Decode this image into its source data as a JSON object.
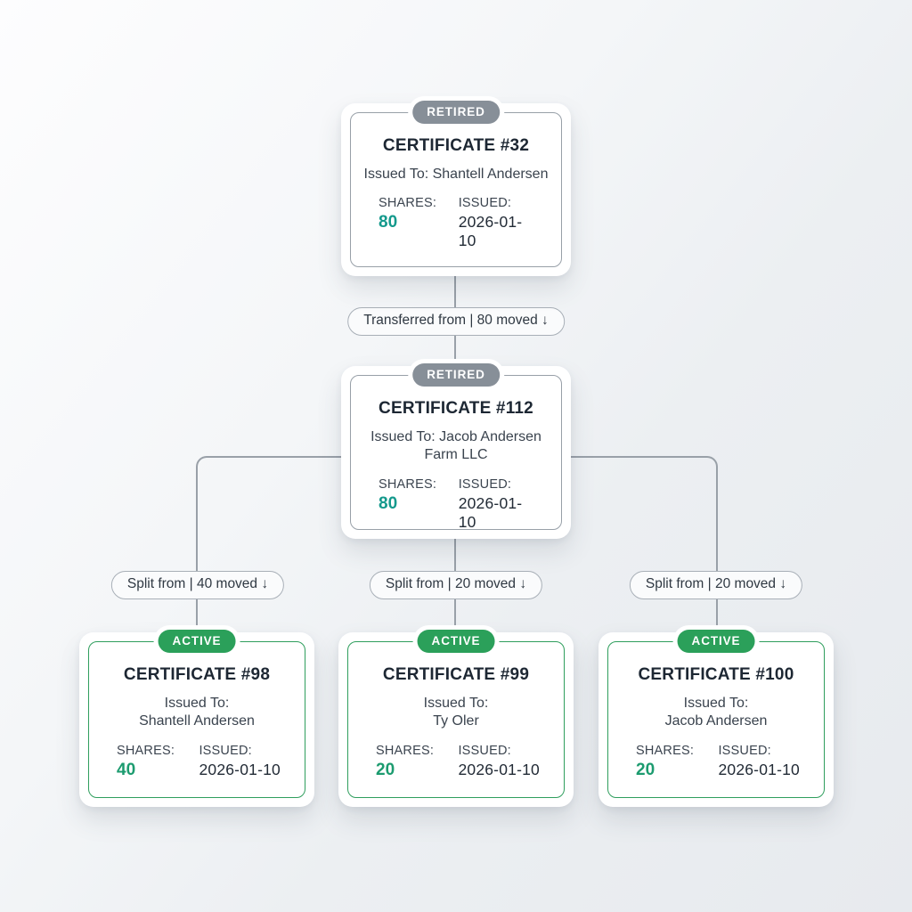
{
  "diagram": {
    "type": "certificate-lineage-tree",
    "nodes": [
      {
        "id": "cert-32",
        "status": "RETIRED",
        "title": "CERTIFICATE #32",
        "issued_to": [
          "Issued To: Shantell Andersen"
        ],
        "shares_label": "SHARES:",
        "shares": "80",
        "issued_label": "ISSUED:",
        "issued_date": "2026-01-10"
      },
      {
        "id": "cert-112",
        "status": "RETIRED",
        "title": "CERTIFICATE #112",
        "issued_to": [
          "Issued To: Jacob Andersen",
          "Farm LLC"
        ],
        "shares_label": "SHARES:",
        "shares": "80",
        "issued_label": "ISSUED:",
        "issued_date": "2026-01-10"
      },
      {
        "id": "cert-98",
        "status": "ACTIVE",
        "title": "CERTIFICATE #98",
        "issued_to": [
          "Issued To:",
          "Shantell Andersen"
        ],
        "shares_label": "SHARES:",
        "shares": "40",
        "issued_label": "ISSUED:",
        "issued_date": "2026-01-10"
      },
      {
        "id": "cert-99",
        "status": "ACTIVE",
        "title": "CERTIFICATE #99",
        "issued_to": [
          "Issued To:",
          "Ty Oler"
        ],
        "shares_label": "SHARES:",
        "shares": "20",
        "issued_label": "ISSUED:",
        "issued_date": "2026-01-10"
      },
      {
        "id": "cert-100",
        "status": "ACTIVE",
        "title": "CERTIFICATE #100",
        "issued_to": [
          "Issued To:",
          "Jacob Andersen"
        ],
        "shares_label": "SHARES:",
        "shares": "20",
        "issued_label": "ISSUED:",
        "issued_date": "2026-01-10"
      }
    ],
    "edges": [
      {
        "from": "cert-32",
        "to": "cert-112",
        "label": "Transferred from | 80 moved ↓"
      },
      {
        "from": "cert-112",
        "to": "cert-98",
        "label": "Split from | 40 moved ↓"
      },
      {
        "from": "cert-112",
        "to": "cert-99",
        "label": "Split from | 20 moved ↓"
      },
      {
        "from": "cert-112",
        "to": "cert-100",
        "label": "Split from | 20 moved ↓"
      }
    ],
    "status_styles": {
      "RETIRED": {
        "badge_bg": "#878f98",
        "border": "#98a0a8",
        "shares_color": "#14998c"
      },
      "ACTIVE": {
        "badge_bg": "#2ba05a",
        "border": "#2f9e5d",
        "shares_color": "#1c9b6f"
      }
    },
    "colors": {
      "connector": "#99a0a8",
      "card_background": "#ffffff",
      "pill_background": "#fafbfc",
      "pill_border": "#a8afb7",
      "title_text": "#1d2733",
      "body_text": "#3a434e",
      "date_text": "#222b36",
      "background_start": "#fdfdfe",
      "background_end": "#e7eaee"
    }
  }
}
